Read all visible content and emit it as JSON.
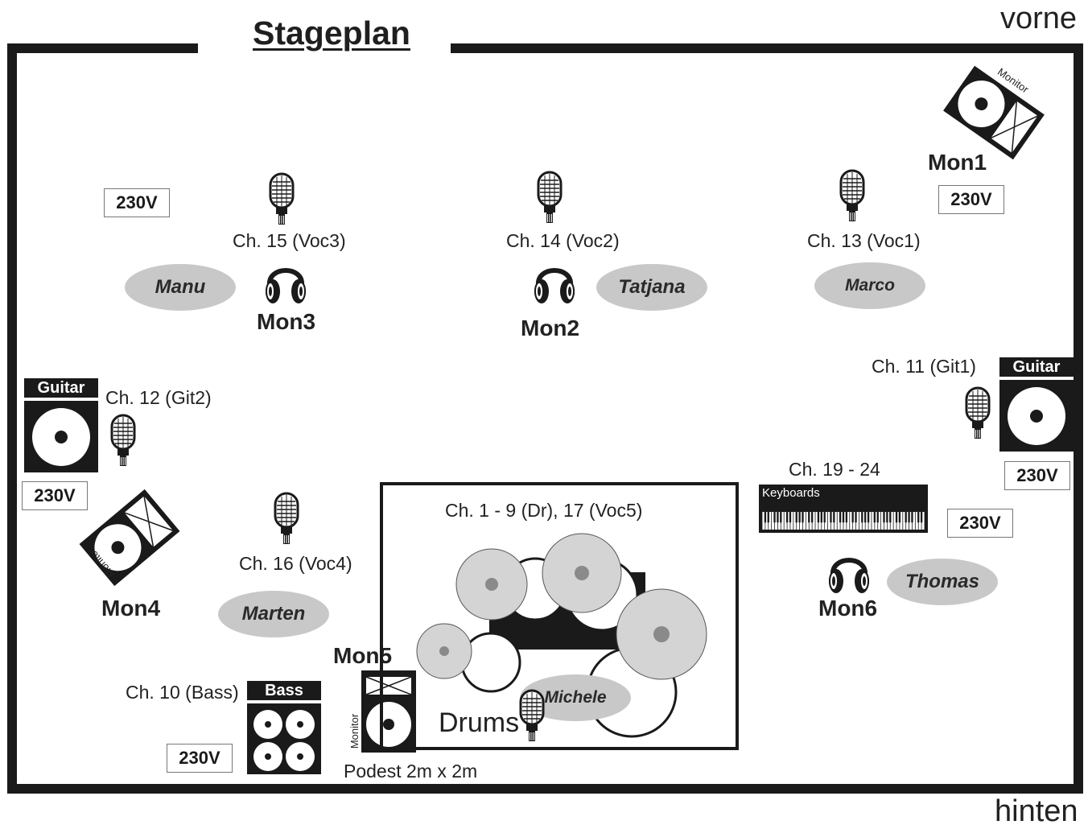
{
  "title": "Stageplan",
  "corners": {
    "front": "vorne",
    "back": "hinten"
  },
  "channels": {
    "voc3": "Ch. 15 (Voc3)",
    "voc2": "Ch. 14 (Voc2)",
    "voc1": "Ch. 13 (Voc1)",
    "git1": "Ch. 11 (Git1)",
    "git2": "Ch. 12 (Git2)",
    "keys": "Ch. 19 - 24",
    "drums": "Ch. 1 - 9 (Dr), 17 (Voc5)",
    "voc4": "Ch. 16 (Voc4)",
    "bass": "Ch. 10 (Bass)"
  },
  "monitors": {
    "mon1": "Mon1",
    "mon2": "Mon2",
    "mon3": "Mon3",
    "mon4": "Mon4",
    "mon5": "Mon5",
    "mon6": "Mon6",
    "wedge_text": "Monitor"
  },
  "musicians": {
    "manu": "Manu",
    "tatjana": "Tatjana",
    "marco": "Marco",
    "marten": "Marten",
    "michele": "Michele",
    "thomas": "Thomas"
  },
  "power": "230V",
  "amps": {
    "guitar": "Guitar",
    "bass": "Bass"
  },
  "keyboard_label": "Keyboards",
  "drums_label": "Drums",
  "riser": "Podest 2m x 2m",
  "colors": {
    "ink": "#1a1a1a",
    "name_fill": "#c8c8c8",
    "cymbal": "#d4d4d4",
    "cymbal_dot": "#8a8a8a"
  },
  "icons": [
    "microphone-icon",
    "headphones-icon",
    "monitor-wedge-icon",
    "guitar-amp-icon",
    "bass-amp-icon",
    "keyboard-icon",
    "drum-kit-icon"
  ]
}
